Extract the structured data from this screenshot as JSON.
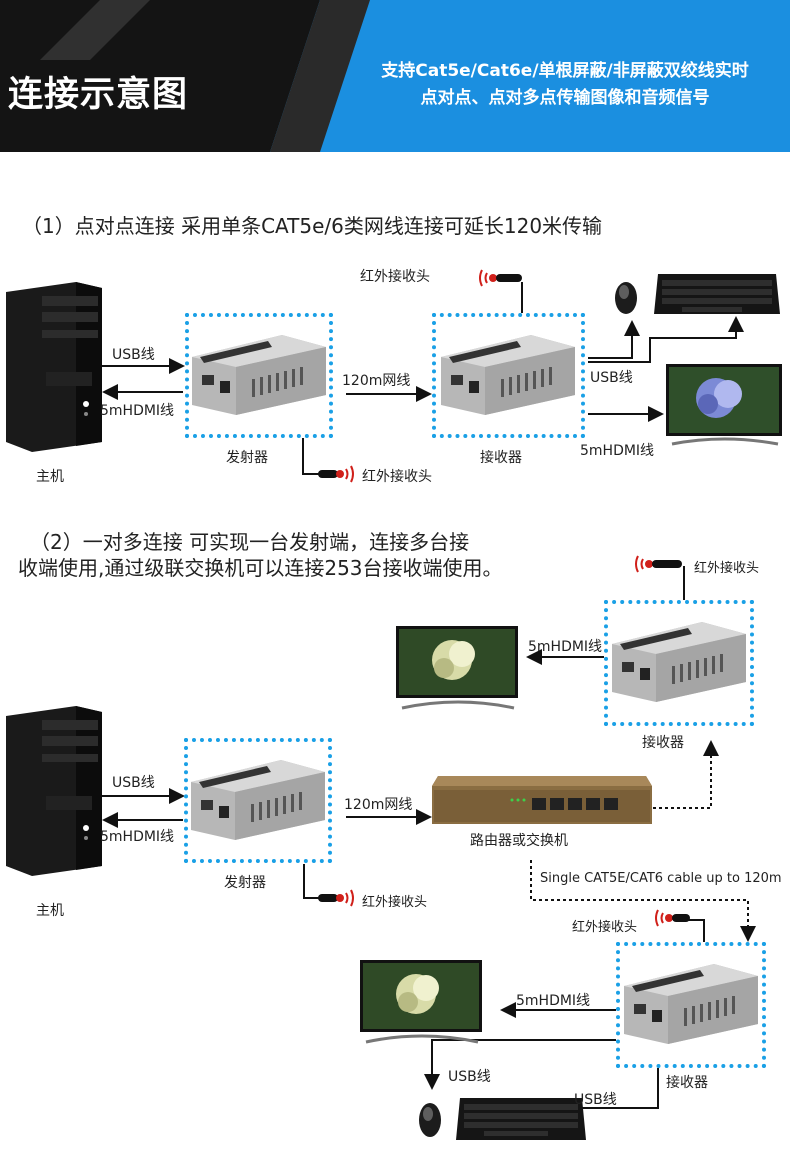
{
  "header": {
    "title": "连接示意图",
    "subtitle_line1": "支持Cat5e/Cat6e/单根屏蔽/非屏蔽双绞线实时",
    "subtitle_line2": "点对点、点对多点传输图像和音频信号"
  },
  "section1": {
    "title": "（1）点对点连接   采用单条CAT5e/6类网线连接可延长120米传输",
    "host_label": "主机",
    "usb_label": "USB线",
    "hdmi_label": "5mHDMI线",
    "transmitter_label": "发射器",
    "ir_label_bottom": "红外接收头",
    "cable_label": "120m网线",
    "ir_label_top": "红外接收头",
    "receiver_label": "接收器",
    "rx_usb_label": "USB线",
    "rx_hdmi_label": "5mHDMI线"
  },
  "section2": {
    "title_line1": "（2）一对多连接   可实现一台发射端，连接多台接",
    "title_line2": "收端使用,通过级联交换机可以连接253台接收端使用。",
    "host_label": "主机",
    "usb_label": "USB线",
    "hdmi_label": "5mHDMI线",
    "transmitter_label": "发射器",
    "ir_label_tx": "红外接收头",
    "cable_label": "120m网线",
    "switch_label": "路由器或交换机",
    "cable_note": "Single CAT5E/CAT6 cable up to 120m",
    "rx1_ir_label": "红外接收头",
    "rx1_hdmi_label": "5mHDMI线",
    "rx1_label": "接收器",
    "rx2_ir_label": "红外接收头",
    "rx2_hdmi_label": "5mHDMI线",
    "rx2_label": "接收器",
    "rx2_usb_label1": "USB线",
    "rx2_usb_label2": "USB线"
  },
  "colors": {
    "header_blue": "#1b8fe0",
    "header_dark": "#111111",
    "dotted_border": "#1aa0e6",
    "ir_red": "#d0201a"
  }
}
